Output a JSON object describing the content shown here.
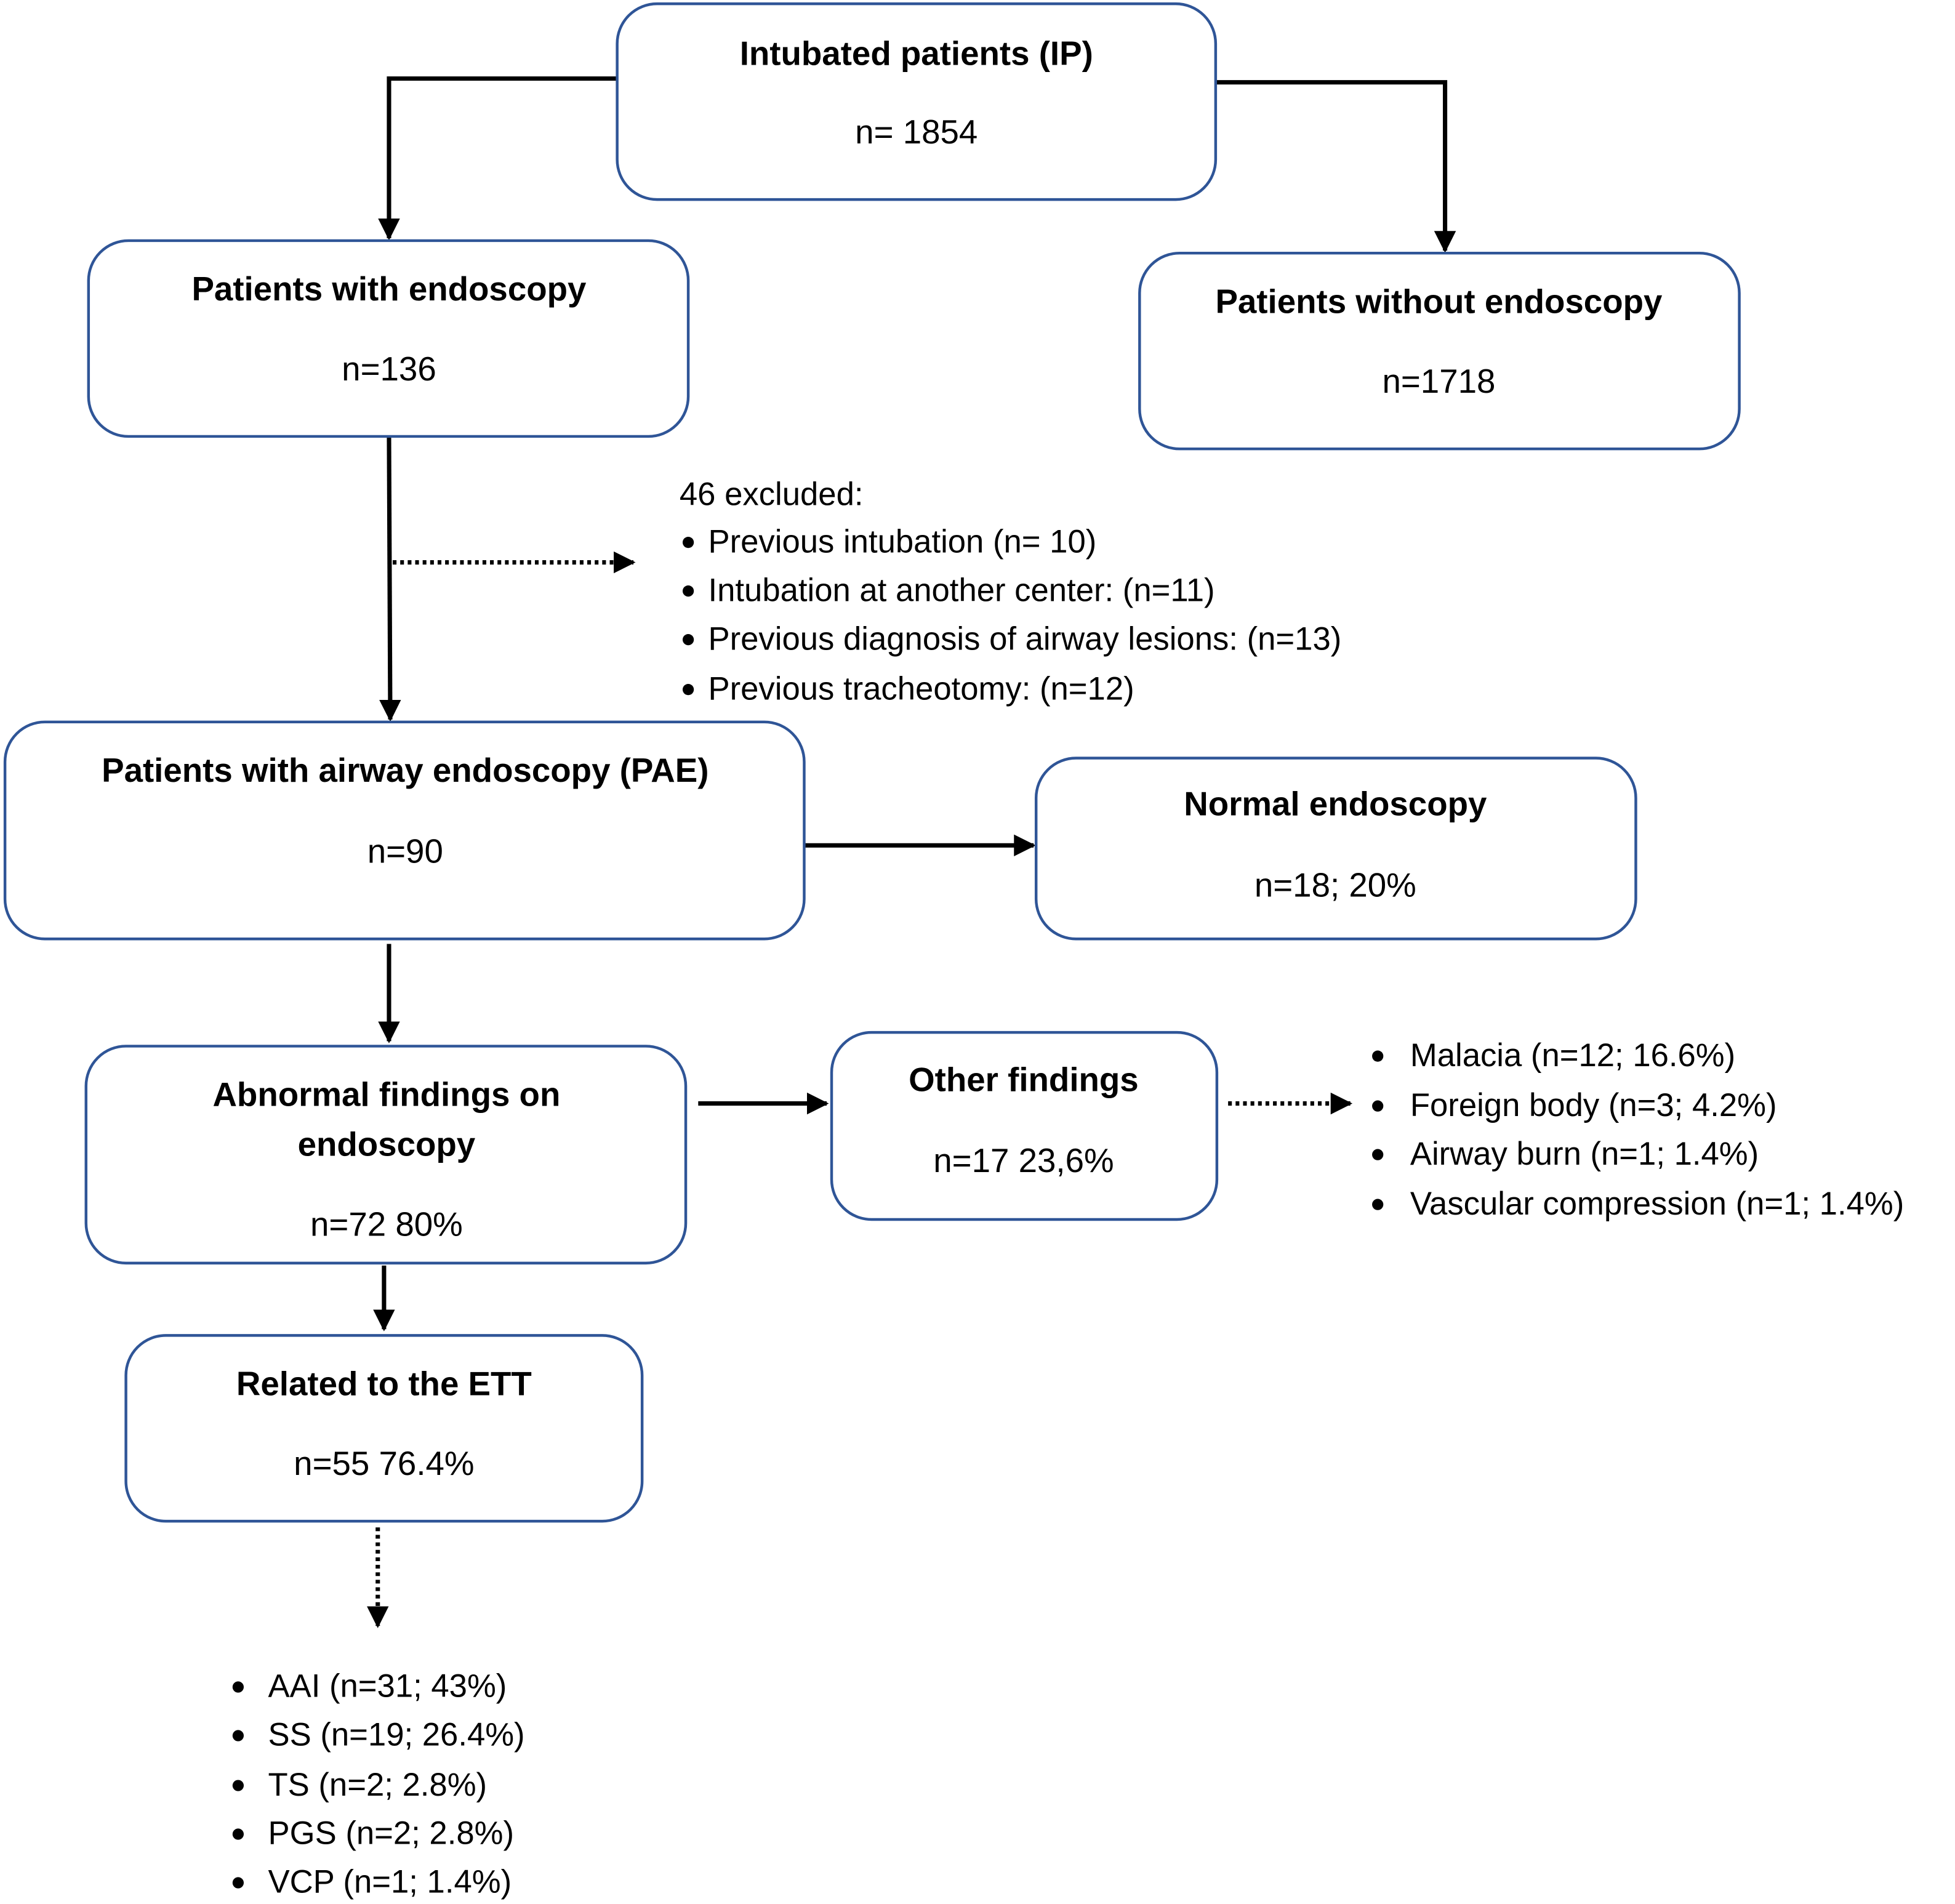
{
  "colors": {
    "box_border": "#2f5597",
    "arrow": "#000000"
  },
  "boxes": {
    "ip": {
      "title": "Intubated patients (IP)",
      "value": "n= 1854"
    },
    "with_endoscopy": {
      "title": "Patients with endoscopy",
      "value": "n=136"
    },
    "without_endoscopy": {
      "title": "Patients without endoscopy",
      "value": "n=1718"
    },
    "pae": {
      "title": "Patients with airway endoscopy (PAE)",
      "value": "n=90"
    },
    "normal": {
      "title": "Normal endoscopy",
      "value": "n=18; 20%"
    },
    "abnormal": {
      "title_line1": "Abnormal findings on",
      "title_line2": "endoscopy",
      "value": "n=72  80%"
    },
    "other": {
      "title": "Other findings",
      "value": "n=17  23,6%"
    },
    "ett": {
      "title": "Related to the ETT",
      "value": "n=55  76.4%"
    }
  },
  "excluded": {
    "header": "46 excluded:",
    "items": [
      "Previous intubation (n= 10)",
      "Intubation at another center: (n=11)",
      "Previous diagnosis of airway lesions: (n=13)",
      "Previous tracheotomy: (n=12)"
    ]
  },
  "other_list": [
    "Malacia (n=12; 16.6%)",
    "Foreign body (n=3; 4.2%)",
    "Airway burn (n=1; 1.4%)",
    "Vascular compression (n=1; 1.4%)"
  ],
  "ett_list": [
    "AAI (n=31; 43%)",
    "SS (n=19; 26.4%)",
    "TS (n=2; 2.8%)",
    "PGS (n=2; 2.8%)",
    "VCP (n=1; 1.4%)"
  ]
}
